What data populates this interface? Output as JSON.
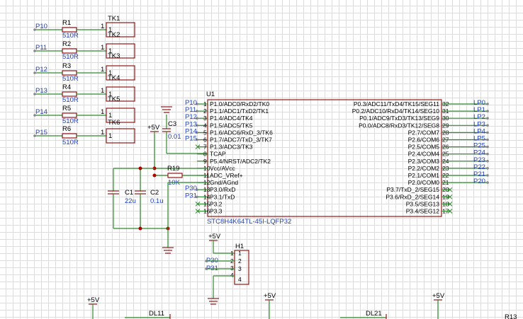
{
  "resistors": [
    {
      "ref": "R1",
      "value": "510R",
      "net": "P10",
      "tk": "TK1",
      "tk_label": "TK2",
      "pin": "1"
    },
    {
      "ref": "R2",
      "value": "510R",
      "net": "P11",
      "tk": "",
      "tk_label": "TK3",
      "pin": "1"
    },
    {
      "ref": "R3",
      "value": "510R",
      "net": "P12",
      "tk": "",
      "tk_label": "TK4",
      "pin": "1"
    },
    {
      "ref": "R4",
      "value": "510R",
      "net": "P13",
      "tk": "",
      "tk_label": "TK5",
      "pin": "1"
    },
    {
      "ref": "R5",
      "value": "510R",
      "net": "P14",
      "tk": "",
      "tk_label": "TK6",
      "pin": "1"
    },
    {
      "ref": "R6",
      "value": "510R",
      "net": "P15",
      "tk": "",
      "tk_label": "",
      "pin": "1"
    }
  ],
  "u1": {
    "ref": "U1",
    "part": "STC8H4K64TL-45I-LQFP32",
    "left_pins": [
      {
        "no": "1",
        "name": "P1.0/ADC0/RxD2/TK0",
        "net": "P10"
      },
      {
        "no": "2",
        "name": "P1.1/ADC1/TxD2/TK1",
        "net": "P11"
      },
      {
        "no": "3",
        "name": "P1.4/ADC4/TK4",
        "net": "P12"
      },
      {
        "no": "4",
        "name": "P1.5/ADC5/TK5",
        "net": "P13"
      },
      {
        "no": "5",
        "name": "P1.6/ADC6/RxD_3/TK6",
        "net": "P14"
      },
      {
        "no": "6",
        "name": "P1.7/ADC7/TxD_3/TK7",
        "net": "P15"
      },
      {
        "no": "7",
        "name": "P1.3/ADC3/TK3",
        "net": ""
      },
      {
        "no": "8",
        "name": "TCAP",
        "net": ""
      },
      {
        "no": "9",
        "name": "P5.4/NRST/ADC2/TK2",
        "net": ""
      },
      {
        "no": "10",
        "name": "Vcc/AVcc",
        "net": ""
      },
      {
        "no": "11",
        "name": "ADC_VRef+",
        "net": ""
      },
      {
        "no": "12",
        "name": "Gnd/AGnd",
        "net": ""
      },
      {
        "no": "13",
        "name": "P3.0/RxD",
        "net": "P30"
      },
      {
        "no": "14",
        "name": "P3.1/TxD",
        "net": "P31"
      },
      {
        "no": "15",
        "name": "P3.2",
        "net": ""
      },
      {
        "no": "16",
        "name": "P3.3",
        "net": ""
      }
    ],
    "right_pins": [
      {
        "no": "32",
        "name": "P0.3/ADC11/TxD4/TK15/SEG11",
        "net": "LP0"
      },
      {
        "no": "31",
        "name": "P0.2/ADC10/RxD4/TK14/SEG10",
        "net": "LP1"
      },
      {
        "no": "30",
        "name": "P0.1/ADC9/TxD3/TK13/SEG9",
        "net": "LP2"
      },
      {
        "no": "29",
        "name": "P0.0/ADC8/RxD3/TK12/SEG8",
        "net": "LP3"
      },
      {
        "no": "28",
        "name": "P2.7/COM7",
        "net": "LP4"
      },
      {
        "no": "27",
        "name": "P2.6/COM6",
        "net": "LP5"
      },
      {
        "no": "26",
        "name": "P2.5/COM5",
        "net": "P25"
      },
      {
        "no": "25",
        "name": "P2.4/COM4",
        "net": "P24"
      },
      {
        "no": "24",
        "name": "P2.3/COM3",
        "net": "P23"
      },
      {
        "no": "23",
        "name": "P2.2/COM2",
        "net": "P22"
      },
      {
        "no": "22",
        "name": "P2.1/COM1",
        "net": "P21"
      },
      {
        "no": "21",
        "name": "P2.0/COM0",
        "net": "P20"
      },
      {
        "no": "20",
        "name": "P3.7/TxD_2/SEG15",
        "net": ""
      },
      {
        "no": "19",
        "name": "P3.6/RxD_2/SEG14",
        "net": ""
      },
      {
        "no": "18",
        "name": "P3.5/SEG13",
        "net": ""
      },
      {
        "no": "17",
        "name": "P3.4/SEG12",
        "net": ""
      }
    ]
  },
  "power": {
    "vcc": "+5V"
  },
  "c1": {
    "ref": "C1",
    "value": "22u"
  },
  "c2": {
    "ref": "C2",
    "value": "0.1u"
  },
  "c3": {
    "ref": "C3",
    "value": "0.01"
  },
  "r19": {
    "ref": "R19",
    "value": "10K"
  },
  "h1": {
    "ref": "H1",
    "pins": [
      "1",
      "2",
      "3",
      "4"
    ],
    "nets": [
      "P30",
      "P31"
    ]
  },
  "bottom": {
    "dl11": "DL11",
    "dl21": "DL21",
    "r13": "R13"
  },
  "colors": {
    "wire": "#2e8b2e",
    "part": "#8b0000",
    "net_label": "#1f3fbf",
    "grid": "#dcdcdc"
  }
}
